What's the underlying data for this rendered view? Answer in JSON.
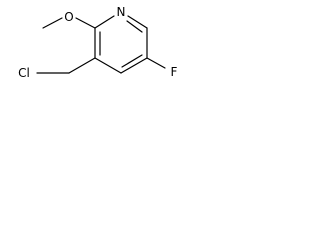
{
  "molecule": {
    "atoms": {
      "ring_nitrogen": "N",
      "methoxy_oxygen": "O",
      "chlorine": "Cl",
      "fluorine": "F"
    }
  }
}
